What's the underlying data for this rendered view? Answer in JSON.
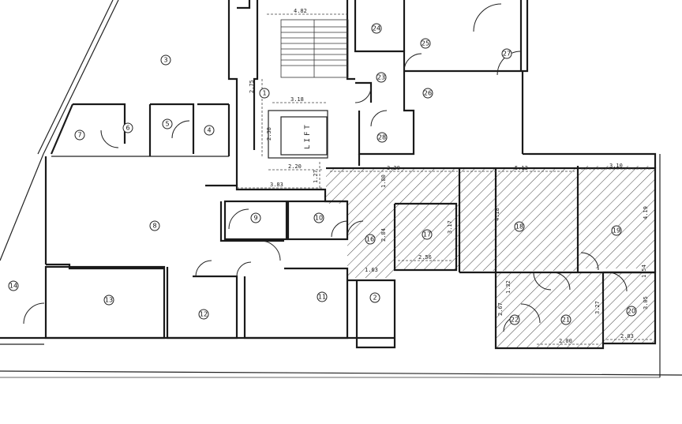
{
  "plan": {
    "lift_label": "LIFT",
    "hatch_color": "#333333",
    "line_color": "#1a1a1a",
    "room_numbers": [
      "1",
      "2",
      "3",
      "4",
      "5",
      "6",
      "7",
      "8",
      "9",
      "10",
      "11",
      "12",
      "13",
      "14",
      "16",
      "17",
      "18",
      "19",
      "20",
      "21",
      "22",
      "23",
      "24",
      "25",
      "26",
      "27",
      "28"
    ],
    "dimensions": [
      "4.82",
      "2.75",
      "3.18",
      "2.38",
      "2.20",
      "3.83",
      "1.27",
      "3.30",
      "1.80",
      "5.13",
      "3.10",
      "4.18",
      "2.56",
      "2.84",
      "3.17",
      "1.63",
      "4.19",
      "1.54",
      "1.32",
      "2.67",
      "2.00",
      "3.27",
      "2.03",
      "3.05"
    ]
  }
}
